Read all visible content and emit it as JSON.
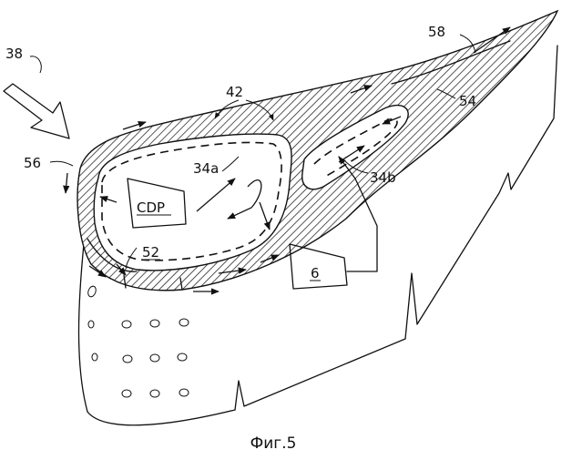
{
  "figure": {
    "caption": "Фиг.5",
    "labels": {
      "l38": "38",
      "l42": "42",
      "l58": "58",
      "l54": "54",
      "l56": "56",
      "l34a": "34a",
      "l34b": "34b",
      "l52": "52",
      "cdp": "CDP",
      "l6": "6"
    }
  }
}
